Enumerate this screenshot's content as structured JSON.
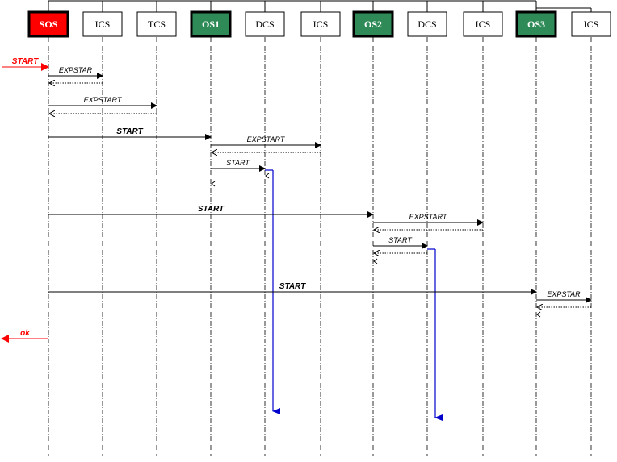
{
  "colors": {
    "line": "#000000",
    "highlight_red": "#ff0000",
    "highlight_green": "#2e8b57",
    "message_red": "#ff0000",
    "activation_blue": "#0000cc"
  },
  "participants": [
    {
      "id": "sos",
      "label": "SOS",
      "style": "red",
      "bold": true
    },
    {
      "id": "ics1",
      "label": "ICS",
      "style": "plain",
      "bold": false
    },
    {
      "id": "tcs",
      "label": "TCS",
      "style": "plain",
      "bold": false
    },
    {
      "id": "os1",
      "label": "OS1",
      "style": "green",
      "bold": true
    },
    {
      "id": "dcs1",
      "label": "DCS",
      "style": "plain",
      "bold": false
    },
    {
      "id": "ics2",
      "label": "ICS",
      "style": "plain",
      "bold": false
    },
    {
      "id": "os2",
      "label": "OS2",
      "style": "green",
      "bold": true
    },
    {
      "id": "dcs2",
      "label": "DCS",
      "style": "plain",
      "bold": false
    },
    {
      "id": "ics3",
      "label": "ICS",
      "style": "plain",
      "bold": false
    },
    {
      "id": "os3",
      "label": "OS3",
      "style": "green",
      "bold": true
    },
    {
      "id": "ics4",
      "label": "ICS",
      "style": "plain",
      "bold": false
    }
  ],
  "hierarchy": [
    {
      "parent": "sos",
      "children": [
        "ics1",
        "tcs",
        "os1",
        "os2",
        "os3"
      ]
    },
    {
      "parent": "os1",
      "children": [
        "dcs1",
        "ics2"
      ]
    },
    {
      "parent": "os2",
      "children": [
        "dcs2",
        "ics3"
      ]
    },
    {
      "parent": "os3",
      "children": [
        "ics4"
      ]
    }
  ],
  "messages": [
    {
      "label": "START",
      "from": "external_left",
      "to": "sos",
      "type": "call",
      "color": "red",
      "bold": true
    },
    {
      "label": "EXPSTAR",
      "from": "sos",
      "to": "ics1",
      "type": "call",
      "color": "black",
      "bold": false
    },
    {
      "label": "",
      "from": "ics1",
      "to": "sos",
      "type": "return",
      "color": "black",
      "bold": false
    },
    {
      "label": "EXPSTART",
      "from": "sos",
      "to": "tcs",
      "type": "call",
      "color": "black",
      "bold": false
    },
    {
      "label": "",
      "from": "tcs",
      "to": "sos",
      "type": "return",
      "color": "black",
      "bold": false
    },
    {
      "label": "START",
      "from": "sos",
      "to": "os1",
      "type": "call",
      "color": "black",
      "bold": true
    },
    {
      "label": "EXPSTART",
      "from": "os1",
      "to": "ics2",
      "type": "call",
      "color": "black",
      "bold": false
    },
    {
      "label": "",
      "from": "ics2",
      "to": "os1",
      "type": "return",
      "color": "black",
      "bold": false
    },
    {
      "label": "START",
      "from": "os1",
      "to": "dcs1",
      "type": "call",
      "color": "black",
      "bold": false
    },
    {
      "label": "",
      "from": "dcs1",
      "to": "os1",
      "type": "stub",
      "color": "black",
      "bold": false
    },
    {
      "label": "",
      "from": "os1",
      "to": "sos",
      "type": "stub",
      "color": "black",
      "bold": false
    },
    {
      "label": "START",
      "from": "sos",
      "to": "os2",
      "type": "call",
      "color": "black",
      "bold": true
    },
    {
      "label": "EXPSTART",
      "from": "os2",
      "to": "ics3",
      "type": "call",
      "color": "black",
      "bold": false
    },
    {
      "label": "",
      "from": "ics3",
      "to": "os2",
      "type": "return",
      "color": "black",
      "bold": false
    },
    {
      "label": "START",
      "from": "os2",
      "to": "dcs2",
      "type": "call",
      "color": "black",
      "bold": false
    },
    {
      "label": "",
      "from": "dcs2",
      "to": "os2",
      "type": "return",
      "color": "black",
      "bold": false
    },
    {
      "label": "",
      "from": "os2",
      "to": "sos",
      "type": "stub",
      "color": "black",
      "bold": false
    },
    {
      "label": "START",
      "from": "sos",
      "to": "os3",
      "type": "call",
      "color": "black",
      "bold": true
    },
    {
      "label": "EXPSTAR",
      "from": "os3",
      "to": "ics4",
      "type": "call",
      "color": "black",
      "bold": false
    },
    {
      "label": "",
      "from": "ics4",
      "to": "os3",
      "type": "return",
      "color": "black",
      "bold": false
    },
    {
      "label": "",
      "from": "os3",
      "to": "sos",
      "type": "stub",
      "color": "black",
      "bold": false
    },
    {
      "label": "ok",
      "from": "sos",
      "to": "external_left",
      "type": "call",
      "color": "red",
      "bold": true
    }
  ],
  "activations": [
    {
      "participant": "dcs1",
      "color": "blue"
    },
    {
      "participant": "dcs2",
      "color": "blue"
    }
  ]
}
